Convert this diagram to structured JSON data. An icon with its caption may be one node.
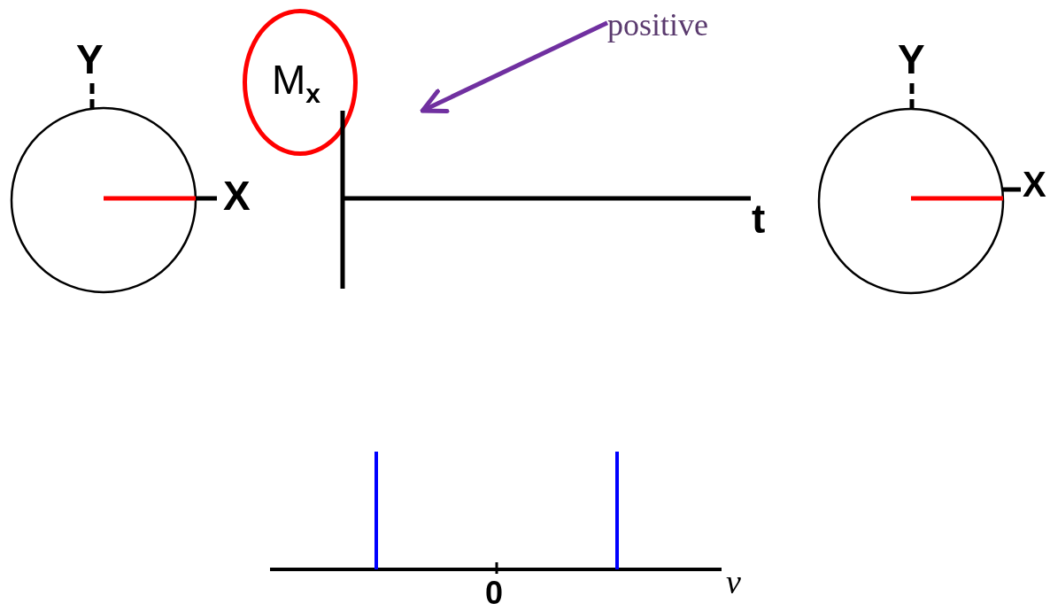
{
  "diagram": {
    "nodes": [
      {
        "text": [
          "positive"
        ]
      },
      {
        "text": [
          "M$_{x}$"
        ]
      },
      {
        "text": [],
        "shape": "picture",
        "beside": [
          "t"
        ]
      }
    ],
    "edges": [
      {
        "from": 0,
        "to": 2,
        "arrow": "to"
      }
    ],
    "labels": [
      "Y",
      "Y",
      "X",
      "X",
      "0",
      "ν"
    ]
  }
}
